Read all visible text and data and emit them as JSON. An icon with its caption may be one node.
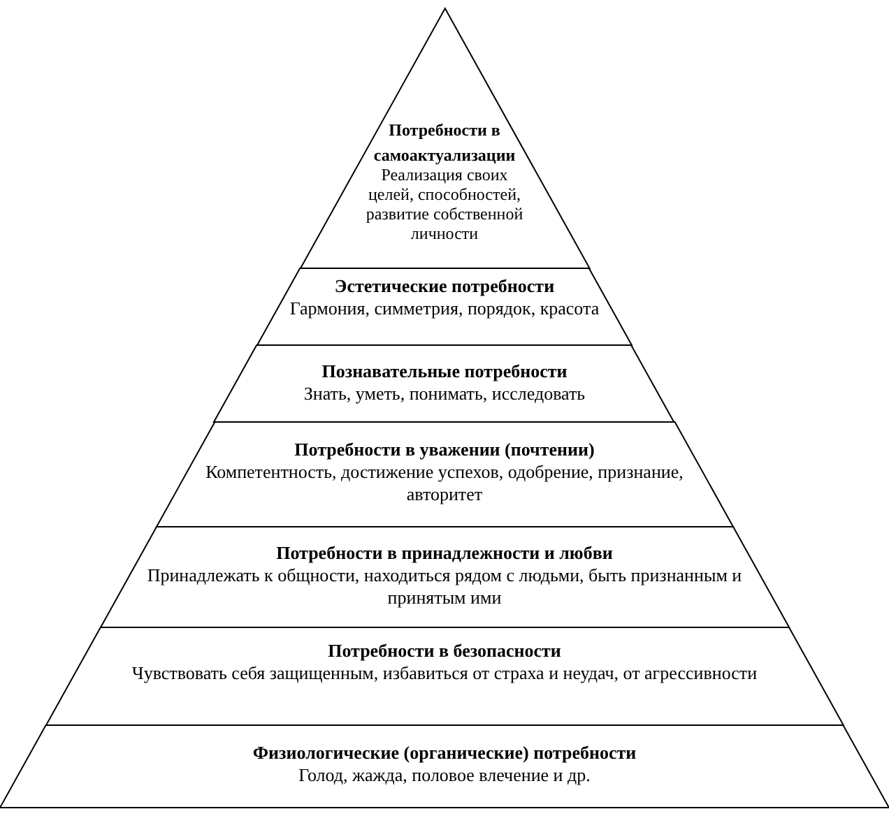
{
  "diagram": {
    "nodes": [
      {
        "text": [
          "Потребности в самоактуализации",
          "Реализация своих целей, способностей, развитие собственной личности"
        ]
      },
      {
        "text": [
          "Эстетические потребности",
          "Гармония, симметрия, порядок, красота"
        ]
      },
      {
        "text": [
          "Познавательные потребности",
          "Знать, уметь, понимать, исследовать"
        ]
      },
      {
        "text": [
          "Потребности в уважении (почтении)",
          "Компетентность, достижение успехов, одобрение, признание, авторитет"
        ]
      },
      {
        "text": [
          "Потребности в принадлежности и любви",
          "Принадлежать к общности, находиться рядом с людьми, быть признанным и принятым ими"
        ]
      },
      {
        "text": [
          "Потребности в безопасности",
          "Чувствовать себя защищенным, избавиться от страха и неудач, от агрессивности"
        ]
      },
      {
        "text": [
          "Физиологические (органические) потребности",
          "Голод, жажда, половое влечение и др."
        ]
      }
    ]
  }
}
